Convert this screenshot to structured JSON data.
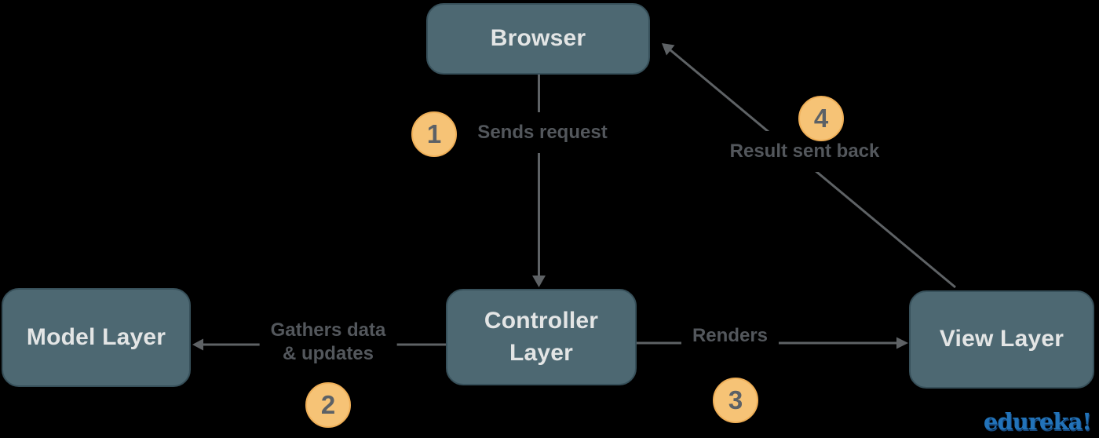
{
  "colors": {
    "background": "#000000",
    "box_fill": "#4d6872",
    "box_border": "#37505a",
    "box_text": "#e3e5e5",
    "arrow": "#5e6265",
    "label_text": "#53575c",
    "step_fill": "#f6c376",
    "step_border": "#efaf57",
    "step_text": "#5c6166",
    "brand_blue": "#2273b9"
  },
  "nodes": {
    "browser": {
      "label": "Browser"
    },
    "model": {
      "label": "Model Layer"
    },
    "controller": {
      "label": "Controller Layer"
    },
    "view": {
      "label": "View Layer"
    }
  },
  "edges": [
    {
      "step": "1",
      "label": "Sends request"
    },
    {
      "step": "2",
      "label_lines": [
        "Gathers data",
        "& updates"
      ]
    },
    {
      "step": "3",
      "label": "Renders"
    },
    {
      "step": "4",
      "label": "Result sent back"
    }
  ],
  "brand": {
    "logo_text": "edureka!"
  }
}
